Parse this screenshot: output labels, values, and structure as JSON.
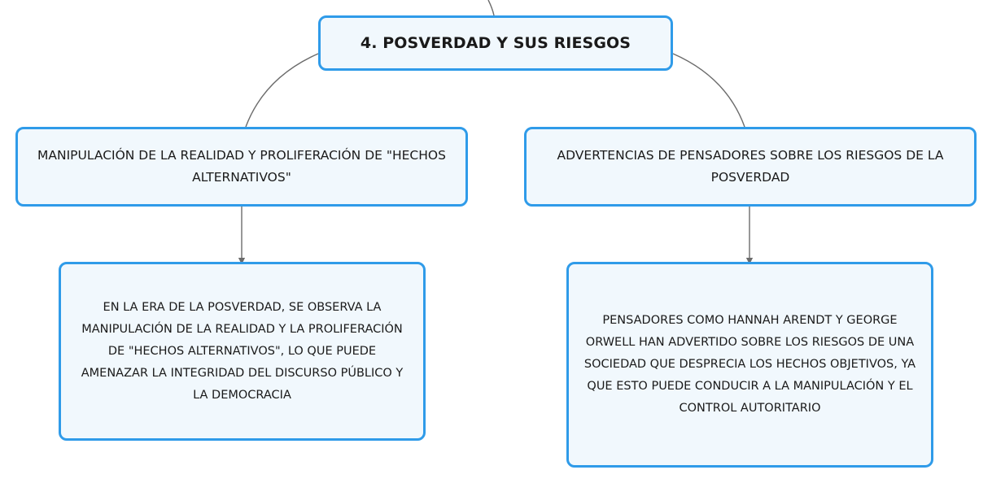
{
  "diagram": {
    "root": {
      "label": "4. POSVERDAD Y SUS RIESGOS"
    },
    "branches": [
      {
        "label": "MANIPULACIÓN DE LA REALIDAD Y PROLIFERACIÓN DE \"HECHOS ALTERNATIVOS\"",
        "child": "EN LA ERA DE LA POSVERDAD, SE OBSERVA LA MANIPULACIÓN DE LA REALIDAD Y LA PROLIFERACIÓN DE \"HECHOS ALTERNATIVOS\", LO QUE PUEDE AMENAZAR LA INTEGRIDAD DEL DISCURSO PÚBLICO Y LA DEMOCRACIA"
      },
      {
        "label": "ADVERTENCIAS DE PENSADORES SOBRE LOS RIESGOS DE LA POSVERDAD",
        "child": "PENSADORES COMO HANNAH ARENDT Y GEORGE ORWELL HAN ADVERTIDO SOBRE LOS RIESGOS DE UNA SOCIEDAD QUE DESPRECIA LOS HECHOS OBJETIVOS, YA QUE ESTO PUEDE CONDUCIR A LA MANIPULACIÓN Y EL CONTROL AUTORITARIO"
      }
    ],
    "colors": {
      "node_border": "#2f9be9",
      "node_fill": "#f1f8fd",
      "connector": "#6b6b6b"
    }
  }
}
